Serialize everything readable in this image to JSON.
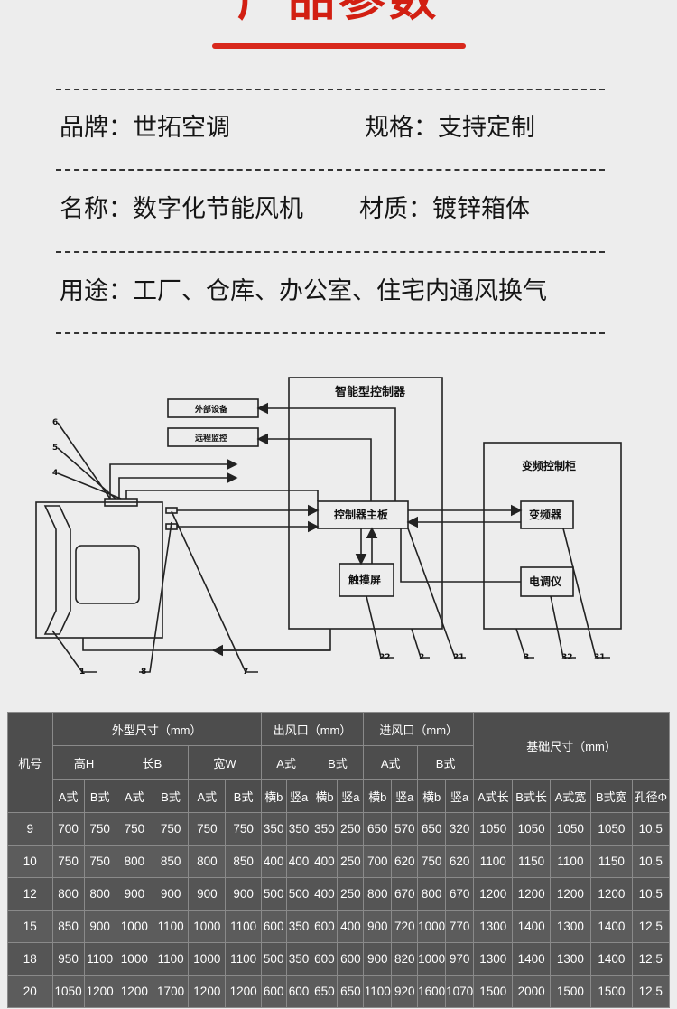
{
  "page": {
    "title": "产品参数"
  },
  "specs": {
    "brand": "品牌：世拓空调",
    "spec": "规格：支持定制",
    "name": "名称：数字化节能风机",
    "material": "材质：镀锌箱体",
    "usage": "用途：工厂、仓库、办公室、住宅内通风换气"
  },
  "diagram": {
    "controller_title": "智能型控制器",
    "external_device": "外部设备",
    "remote_monitor": "远程监控",
    "main_board": "控制器主板",
    "touch_screen": "触摸屏",
    "inverter_cabinet": "变频控制柜",
    "inverter": "变频器",
    "regulator": "电调仪",
    "labels": [
      "6",
      "5",
      "4",
      "1",
      "8",
      "7",
      "22",
      "2",
      "21",
      "3",
      "32",
      "31"
    ]
  },
  "table": {
    "h_model": "机号",
    "h_outer": "外型尺寸（mm）",
    "h_outlet": "出风口（mm）",
    "h_inlet": "进风口（mm）",
    "h_base": "基础尺寸（mm）",
    "h_height": "高H",
    "h_length": "长B",
    "h_width": "宽W",
    "h_a": "A式",
    "h_b": "B式",
    "sub": [
      "A式",
      "B式",
      "A式",
      "B式",
      "A式",
      "B式",
      "横b",
      "竖a",
      "横b",
      "竖a",
      "横b",
      "竖a",
      "横b",
      "竖a",
      "A式长",
      "B式长",
      "A式宽",
      "B式宽",
      "孔径Φ"
    ],
    "rows": [
      [
        "9",
        "700",
        "750",
        "750",
        "750",
        "750",
        "750",
        "350",
        "350",
        "350",
        "250",
        "650",
        "570",
        "650",
        "320",
        "1050",
        "1050",
        "1050",
        "1050",
        "10.5"
      ],
      [
        "10",
        "750",
        "750",
        "800",
        "850",
        "800",
        "850",
        "400",
        "400",
        "400",
        "250",
        "700",
        "620",
        "750",
        "620",
        "1100",
        "1150",
        "1100",
        "1150",
        "10.5"
      ],
      [
        "12",
        "800",
        "800",
        "900",
        "900",
        "900",
        "900",
        "500",
        "500",
        "400",
        "250",
        "800",
        "670",
        "800",
        "670",
        "1200",
        "1200",
        "1200",
        "1200",
        "10.5"
      ],
      [
        "15",
        "850",
        "900",
        "1000",
        "1100",
        "1000",
        "1100",
        "600",
        "350",
        "600",
        "400",
        "900",
        "720",
        "1000",
        "770",
        "1300",
        "1400",
        "1300",
        "1400",
        "12.5"
      ],
      [
        "18",
        "950",
        "1100",
        "1000",
        "1100",
        "1000",
        "1100",
        "500",
        "350",
        "600",
        "600",
        "900",
        "820",
        "1000",
        "970",
        "1300",
        "1400",
        "1300",
        "1400",
        "12.5"
      ],
      [
        "20",
        "1050",
        "1200",
        "1200",
        "1700",
        "1200",
        "1200",
        "600",
        "600",
        "650",
        "650",
        "1100",
        "920",
        "1600",
        "1070",
        "1500",
        "2000",
        "1500",
        "1500",
        "12.5"
      ]
    ]
  }
}
